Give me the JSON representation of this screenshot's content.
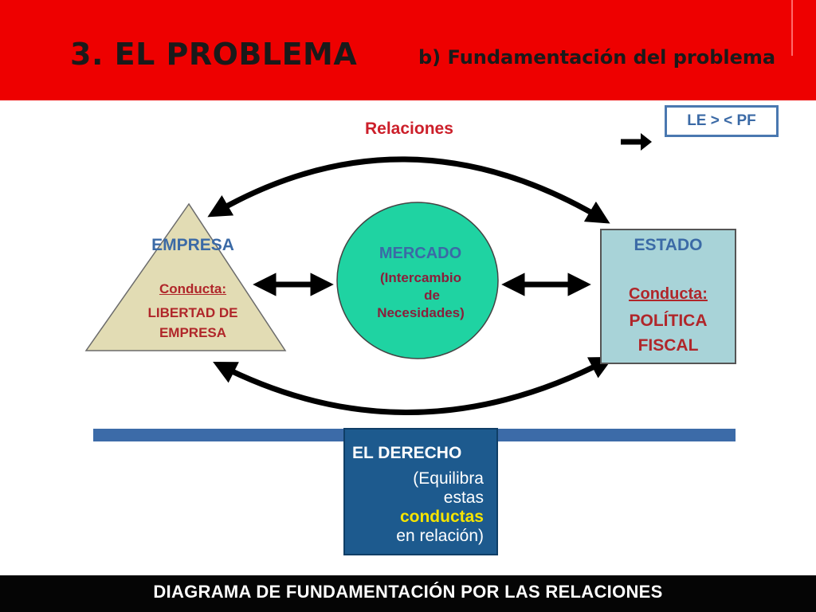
{
  "header": {
    "title": "3. EL PROBLEMA",
    "subtitle": "b) Fundamentación del problema"
  },
  "relations_label": "Relaciones",
  "legend": {
    "label": "LE > < PF",
    "arrow_icon": "arrow-right-icon"
  },
  "empresa": {
    "title": "EMPRESA",
    "conducta_label": "Conducta:",
    "conducta_line1": "LIBERTAD DE",
    "conducta_line2": "EMPRESA"
  },
  "mercado": {
    "title": "MERCADO",
    "line1": "(Intercambio",
    "line2": "de",
    "line3": "Necesidades)"
  },
  "estado": {
    "title": "ESTADO",
    "conducta_label": "Conducta:",
    "conducta_line1": "POLÍTICA",
    "conducta_line2": "FISCAL"
  },
  "derecho": {
    "title": "EL DERECHO",
    "line1": "(Equilibra",
    "line2": "estas",
    "highlight": "conductas",
    "line3": "en relación)"
  },
  "footer": {
    "caption": "DIAGRAMA DE FUNDAMENTACIÓN POR LAS RELACIONES"
  },
  "colors": {
    "header_red": "#ee0000",
    "triangle_fill": "#e2dcb4",
    "circle_fill": "#1fd3a2",
    "estado_fill": "#a8d3d8",
    "derecho_fill": "#1d5a8e",
    "bar_blue": "#3c6ba8",
    "highlight_yellow": "#f5e400",
    "text_blue": "#3b6aa6",
    "text_red": "#b0262a"
  }
}
